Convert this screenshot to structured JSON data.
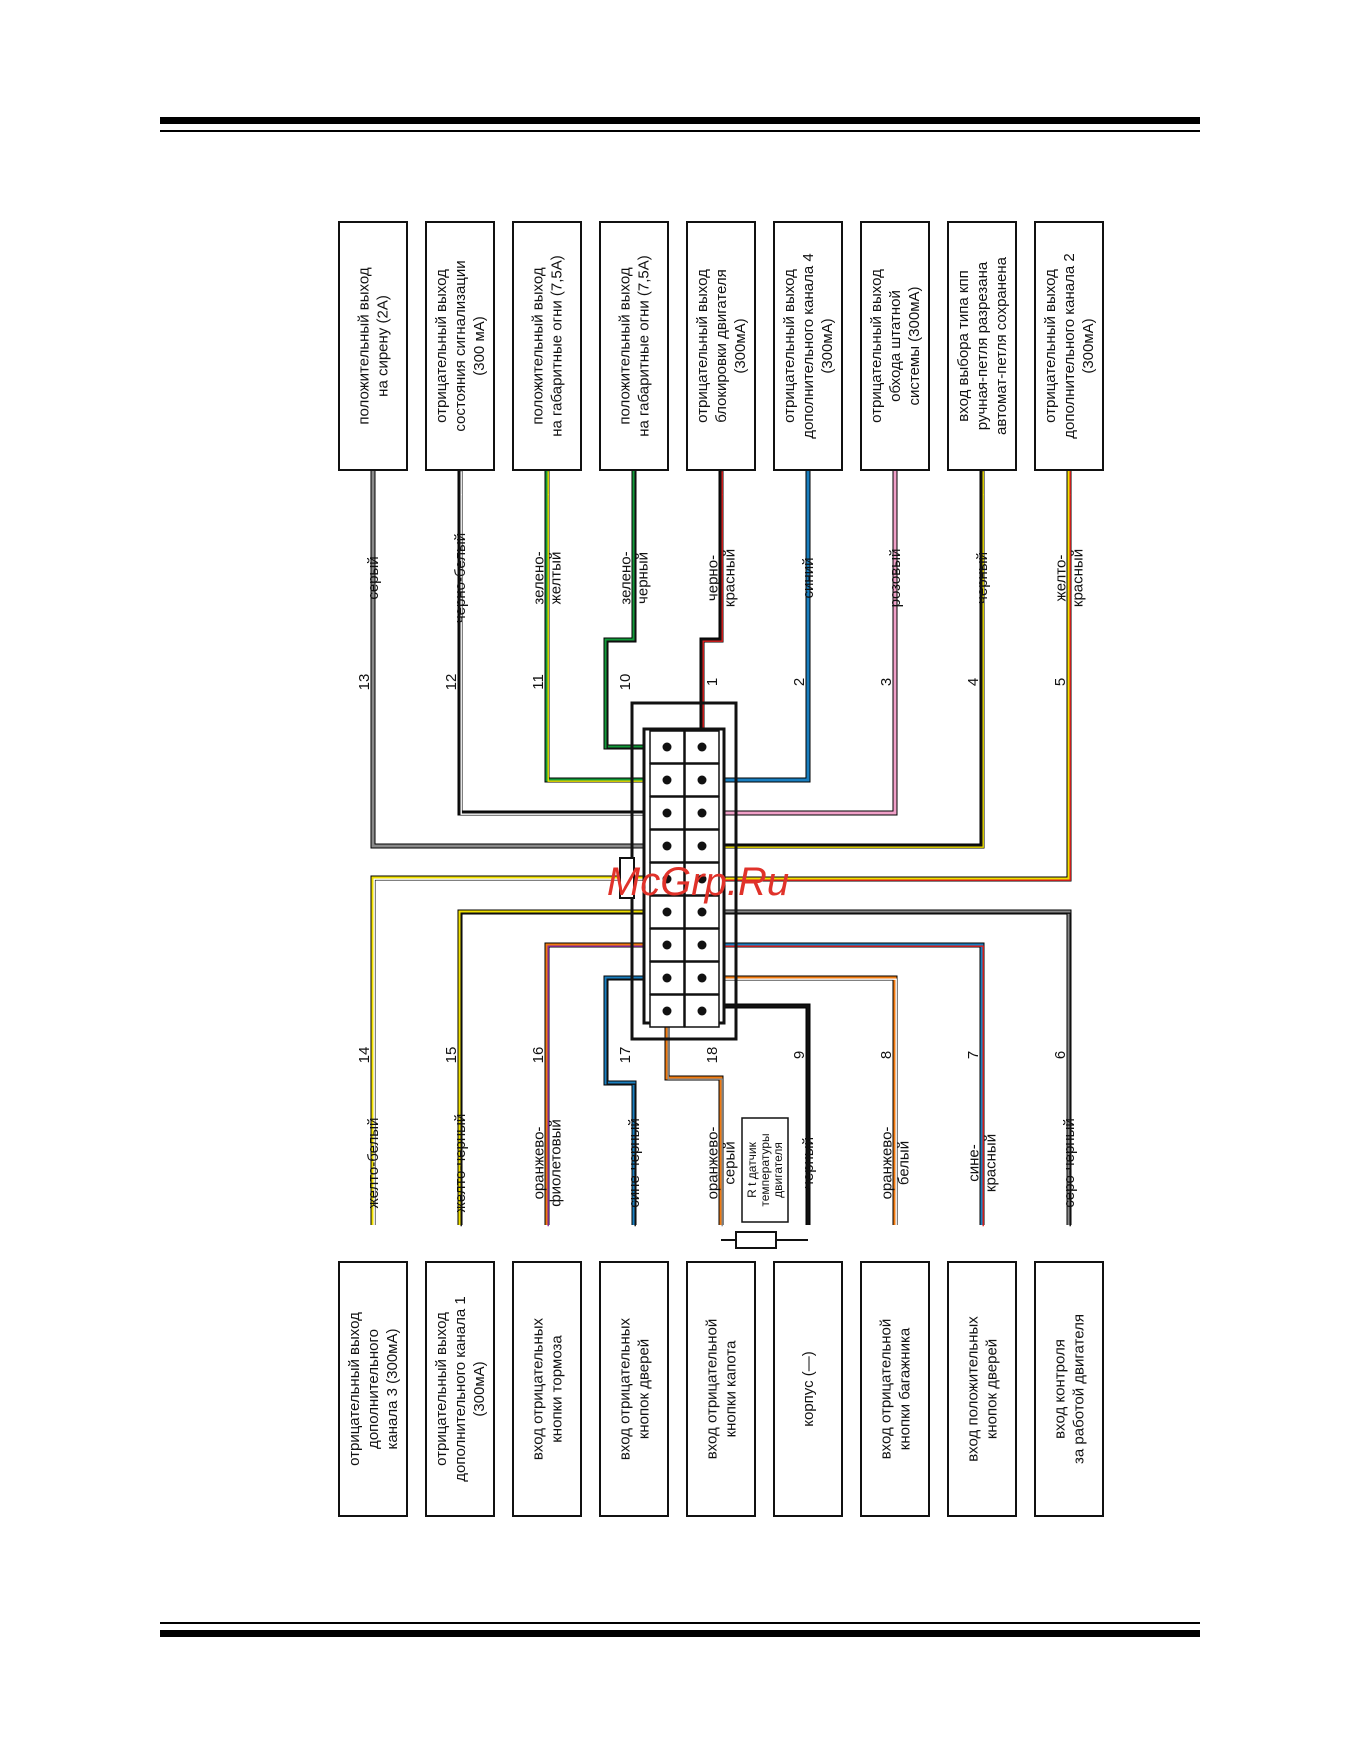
{
  "watermark": "McGrp.Ru",
  "resistor_label": [
    "R t датчик",
    "температуры",
    "двигателя"
  ],
  "colors": {
    "grey": "#8a8a8a",
    "black": "#111111",
    "green": "#129a3a",
    "yellow": "#f0e000",
    "red": "#e02020",
    "blue": "#1a7fc0",
    "pink": "#f0a0c8",
    "orange": "#f07a10",
    "purple": "#8a2a9a",
    "white": "#ffffff"
  },
  "top_wires": [
    {
      "pin": "13",
      "color": "серый",
      "stripes": [
        "grey"
      ],
      "desc": [
        "положительный выход",
        "на сирену (2А)"
      ]
    },
    {
      "pin": "12",
      "color": "черно-белый",
      "stripes": [
        "black",
        "white"
      ],
      "desc": [
        "отрицательный  выход",
        "состояния сигнализации",
        "(300 мА)"
      ]
    },
    {
      "pin": "11",
      "color": "зелено-\nжелтый",
      "stripes": [
        "green",
        "yellow"
      ],
      "desc": [
        "положительный выход",
        "на габаритные огни (7,5А)"
      ]
    },
    {
      "pin": "10",
      "color": "зелено-\nчерный",
      "stripes": [
        "green",
        "black"
      ],
      "desc": [
        "положительный выход",
        "на габаритные огни (7,5А)"
      ]
    },
    {
      "pin": "1",
      "color": "черно-\nкрасный",
      "stripes": [
        "black",
        "red"
      ],
      "desc": [
        "отрицательный выход",
        "блокировки двигателя",
        "(300мА)"
      ]
    },
    {
      "pin": "2",
      "color": "синий",
      "stripes": [
        "blue"
      ],
      "desc": [
        "отрицательный выход",
        "дополнительного канала 4",
        "(300мА)"
      ]
    },
    {
      "pin": "3",
      "color": "розовый",
      "stripes": [
        "pink"
      ],
      "desc": [
        "отрицательный выход",
        "обхода штатной",
        "системы (300мА)"
      ]
    },
    {
      "pin": "4",
      "color": "черный",
      "stripes": [
        "black",
        "yellow"
      ],
      "desc": [
        "вход выбора типа кпп",
        "ручная-петля разрезана",
        "автомат-петля сохранена"
      ]
    },
    {
      "pin": "5",
      "color": "желто-\nкрасный",
      "stripes": [
        "yellow",
        "red"
      ],
      "desc": [
        "отрицательный выход",
        "дополнительного канала 2",
        "(300мА)"
      ]
    }
  ],
  "bottom_wires": [
    {
      "pin": "14",
      "color": "желто-белый",
      "stripes": [
        "yellow",
        "white"
      ],
      "desc": [
        "отрицательный выход",
        "дополнительного",
        "канала 3 (300мА)"
      ]
    },
    {
      "pin": "15",
      "color": "желто-черный",
      "stripes": [
        "yellow",
        "black"
      ],
      "desc": [
        "отрицательный выход",
        "дополнительного канала 1",
        "(300мА)"
      ]
    },
    {
      "pin": "16",
      "color": "оранжево-\nфиолетовый",
      "stripes": [
        "orange",
        "purple"
      ],
      "desc": [
        "вход отрицательных",
        "кнопки тормоза"
      ]
    },
    {
      "pin": "17",
      "color": "сине-черный",
      "stripes": [
        "blue",
        "black"
      ],
      "desc": [
        "вход отрицательных",
        "кнопок дверей"
      ]
    },
    {
      "pin": "18",
      "color": "оранжево-\nсерый",
      "stripes": [
        "orange",
        "grey"
      ],
      "desc": [
        "вход отрицательной",
        "кнопки капота"
      ]
    },
    {
      "pin": "9",
      "color": "черный",
      "stripes": [
        "black"
      ],
      "desc": [
        "корпус (—)"
      ]
    },
    {
      "pin": "8",
      "color": "оранжево-\nбелый",
      "stripes": [
        "orange",
        "white"
      ],
      "desc": [
        "вход отрицательной",
        "кнопки багажника"
      ]
    },
    {
      "pin": "7",
      "color": "сине-\nкрасный",
      "stripes": [
        "blue",
        "red"
      ],
      "desc": [
        "вход положительных",
        "кнопок дверей"
      ]
    },
    {
      "pin": "6",
      "color": "серо-черный",
      "stripes": [
        "grey",
        "black"
      ],
      "desc": [
        "вход контроля",
        "за работой двигателя"
      ]
    }
  ]
}
